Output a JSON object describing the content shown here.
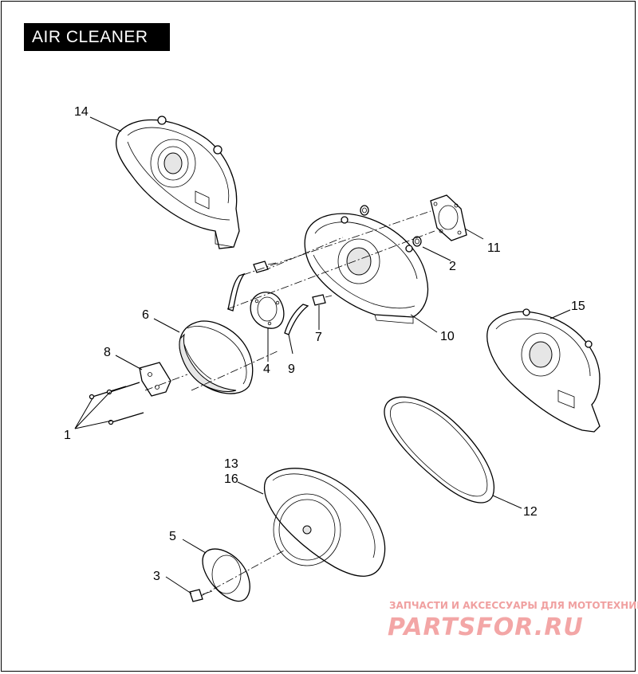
{
  "title": "AIR CLEANER",
  "callouts": {
    "c1": "1",
    "c2": "2",
    "c3": "3",
    "c4": "4",
    "c5": "5",
    "c6": "6",
    "c7": "7",
    "c8": "8",
    "c9": "9",
    "c10": "10",
    "c11": "11",
    "c12": "12",
    "c13": "13",
    "c14": "14",
    "c15": "15",
    "c16": "16"
  },
  "watermark": {
    "tagline": "ЗАПЧАСТИ И АКСЕССУАРЫ ДЛЯ МОТОТЕХНИКИ",
    "brand": "PARTSFOR.RU"
  },
  "colors": {
    "line": "#000000",
    "title_bg": "#000000",
    "title_text": "#ffffff",
    "watermark": "#f3a6a6"
  }
}
